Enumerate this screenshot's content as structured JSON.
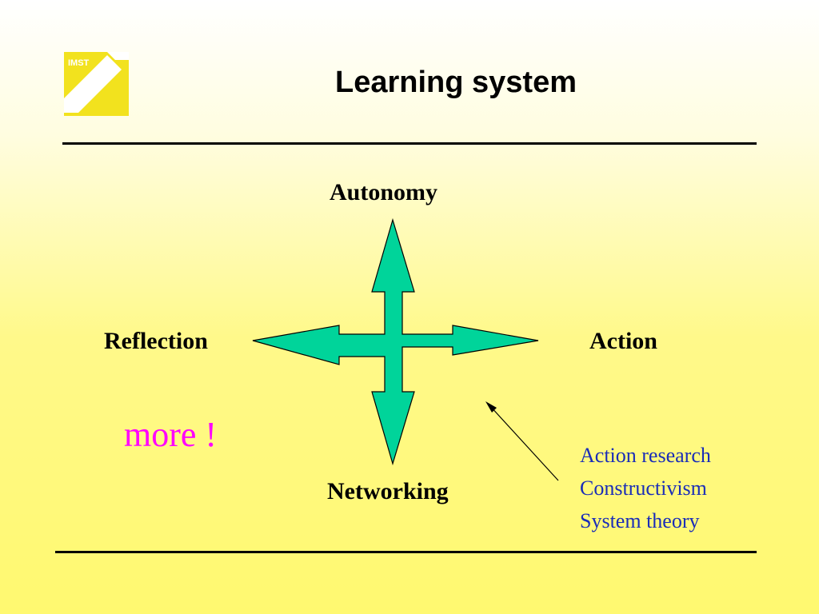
{
  "logo": {
    "text": "IMST"
  },
  "slide": {
    "title": "Learning system"
  },
  "diagram": {
    "arrow_color": "#00d49a",
    "labels": {
      "top": "Autonomy",
      "left": "Reflection",
      "right": "Action",
      "bottom": "Networking"
    }
  },
  "callout": {
    "text": "more !"
  },
  "theories": [
    "Action research",
    "Constructivism",
    "System theory"
  ]
}
